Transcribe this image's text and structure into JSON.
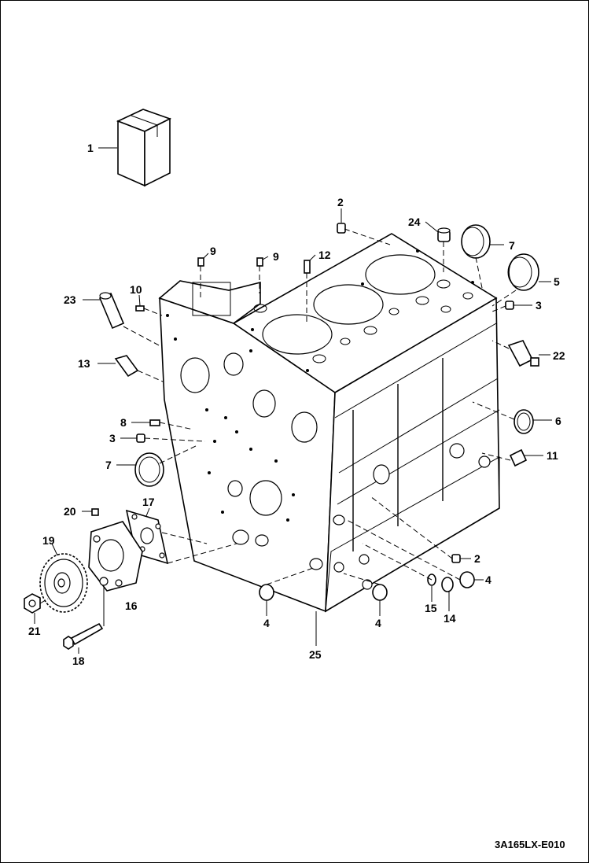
{
  "figure_id": "3A165LX-E010",
  "callouts": [
    {
      "id": "c1",
      "text": "1"
    },
    {
      "id": "c2a",
      "text": "2"
    },
    {
      "id": "c24",
      "text": "24"
    },
    {
      "id": "c7a",
      "text": "7"
    },
    {
      "id": "c9a",
      "text": "9"
    },
    {
      "id": "c9b",
      "text": "9"
    },
    {
      "id": "c12",
      "text": "12"
    },
    {
      "id": "c5",
      "text": "5"
    },
    {
      "id": "c10",
      "text": "10"
    },
    {
      "id": "c23",
      "text": "23"
    },
    {
      "id": "c3a",
      "text": "3"
    },
    {
      "id": "c22",
      "text": "22"
    },
    {
      "id": "c13",
      "text": "13"
    },
    {
      "id": "c8",
      "text": "8"
    },
    {
      "id": "c6",
      "text": "6"
    },
    {
      "id": "c3b",
      "text": "3"
    },
    {
      "id": "c7b",
      "text": "7"
    },
    {
      "id": "c11",
      "text": "11"
    },
    {
      "id": "c17",
      "text": "17"
    },
    {
      "id": "c20",
      "text": "20"
    },
    {
      "id": "c19",
      "text": "19"
    },
    {
      "id": "c16",
      "text": "16"
    },
    {
      "id": "c2b",
      "text": "2"
    },
    {
      "id": "c4a",
      "text": "4"
    },
    {
      "id": "c21",
      "text": "21"
    },
    {
      "id": "c15",
      "text": "15"
    },
    {
      "id": "c14",
      "text": "14"
    },
    {
      "id": "c4b",
      "text": "4"
    },
    {
      "id": "c4c",
      "text": "4"
    },
    {
      "id": "c18",
      "text": "18"
    },
    {
      "id": "c25",
      "text": "25"
    }
  ]
}
